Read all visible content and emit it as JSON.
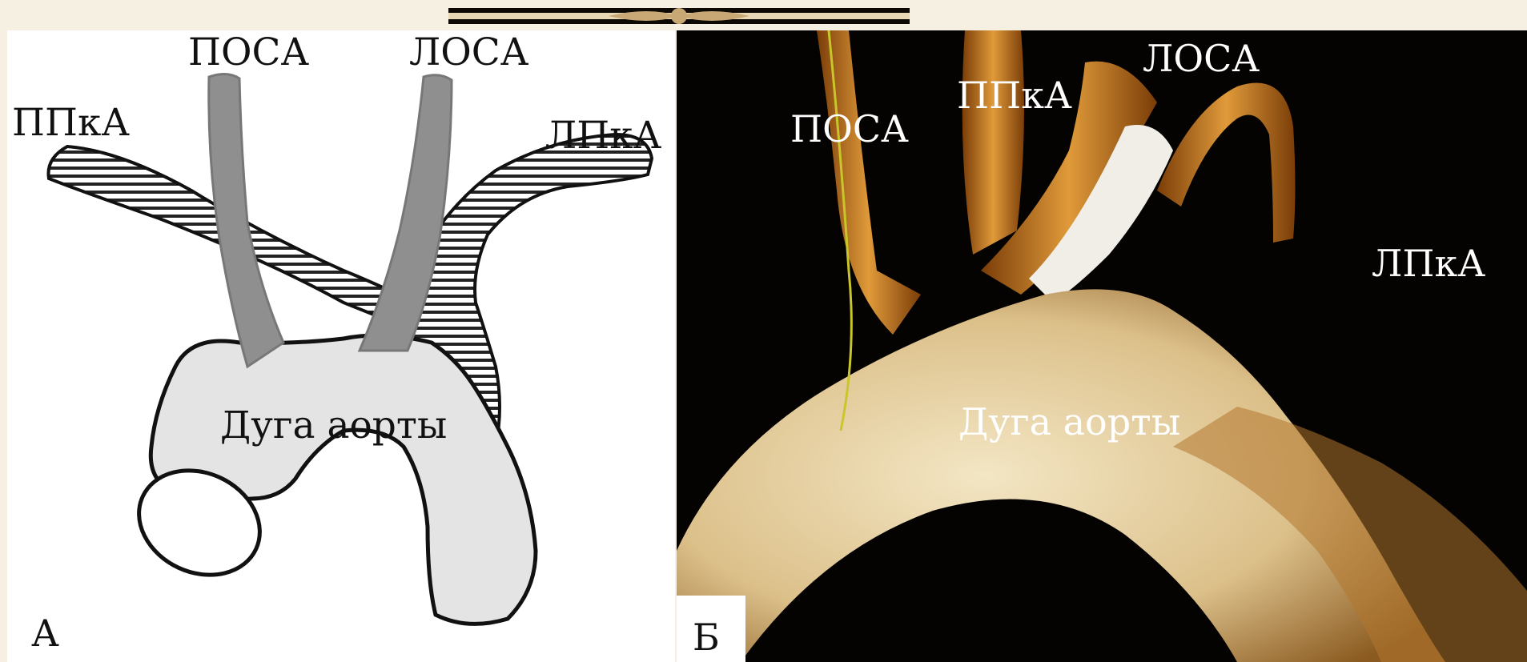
{
  "panel_a": {
    "letter": "А",
    "labels": {
      "posa": "ПОСА",
      "losa": "ЛОСА",
      "ppka": "ППкА",
      "lpka": "ЛПкА",
      "arch": "Дуга аорты"
    }
  },
  "panel_b": {
    "letter": "Б",
    "labels": {
      "posa": "ПОСА",
      "ppka": "ППкА",
      "losa": "ЛОСА",
      "lpka": "ЛПкА",
      "arch": "Дуга аорты"
    }
  },
  "colors": {
    "background": "#f6f0e2",
    "ornament": "#0d0905",
    "ornament_accent": "#c8a874",
    "aorta_fill": "#e4e4e4",
    "carotid_fill": "#8f8f8f",
    "render_tissue": "#e9d6a8",
    "render_vessel": "#cf8a2c"
  }
}
